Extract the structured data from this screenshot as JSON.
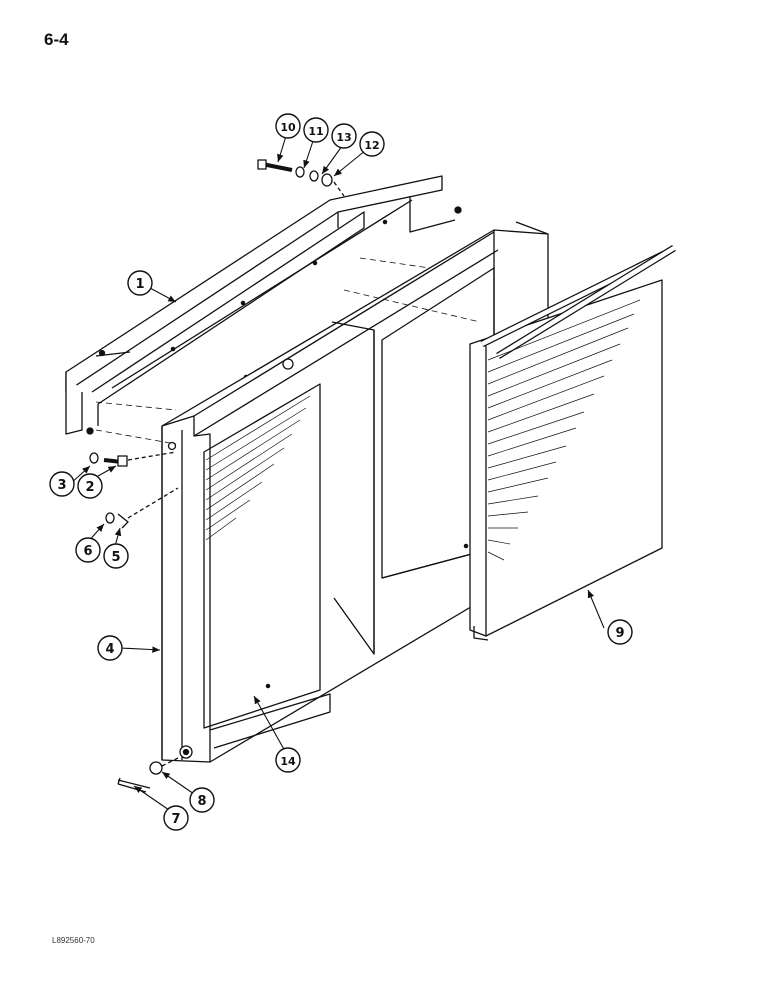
{
  "header": {
    "page_number": "6-4"
  },
  "footer": {
    "doc_code": "L892560-70"
  },
  "callouts": [
    {
      "id": "c1",
      "label": "1"
    },
    {
      "id": "c2",
      "label": "2"
    },
    {
      "id": "c3",
      "label": "3"
    },
    {
      "id": "c4",
      "label": "4"
    },
    {
      "id": "c5",
      "label": "5"
    },
    {
      "id": "c6",
      "label": "6"
    },
    {
      "id": "c7",
      "label": "7"
    },
    {
      "id": "c8",
      "label": "8"
    },
    {
      "id": "c9",
      "label": "9"
    },
    {
      "id": "c10",
      "label": "10"
    },
    {
      "id": "c11",
      "label": "11"
    },
    {
      "id": "c12",
      "label": "12"
    },
    {
      "id": "c13",
      "label": "13"
    },
    {
      "id": "c14",
      "label": "14"
    }
  ]
}
